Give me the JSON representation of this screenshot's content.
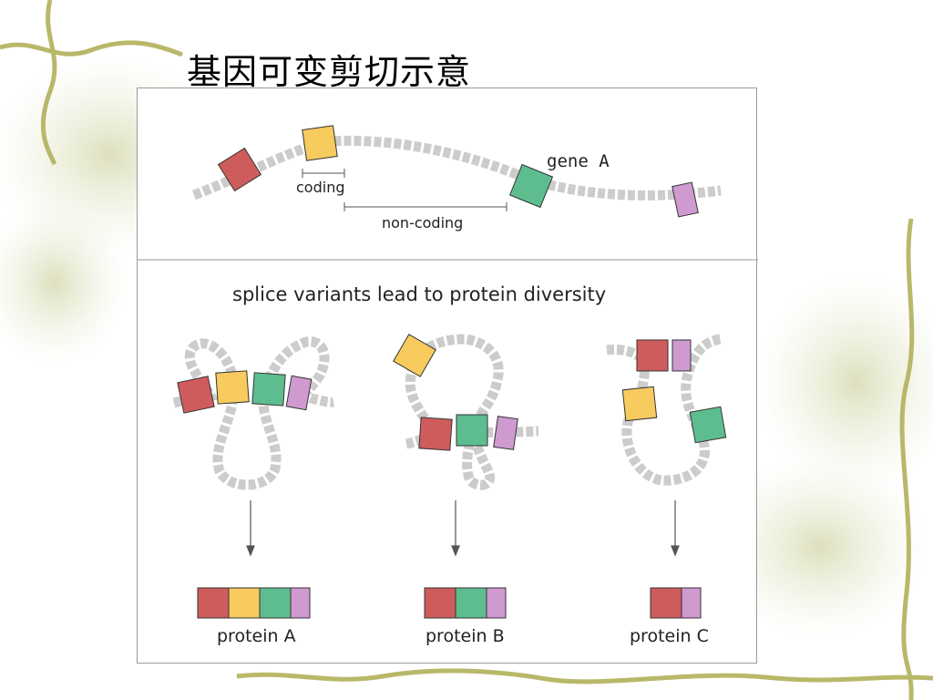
{
  "slide": {
    "title": "基因可变剪切示意"
  },
  "diagram": {
    "gene_label": "gene A",
    "coding_label": "coding",
    "noncoding_label": "non-coding",
    "subtitle": "splice variants lead to protein diversity",
    "proteins": [
      {
        "label": "protein A",
        "exons": [
          "red",
          "yellow",
          "green",
          "purple"
        ]
      },
      {
        "label": "protein B",
        "exons": [
          "red",
          "green",
          "purple"
        ]
      },
      {
        "label": "protein C",
        "exons": [
          "red",
          "purple"
        ]
      }
    ],
    "colors": {
      "red": "#cf5c5c",
      "yellow": "#f7cb5e",
      "green": "#5ebd8f",
      "purple": "#cf9ad0",
      "strand": "#cccccc",
      "line": "#555555"
    }
  }
}
